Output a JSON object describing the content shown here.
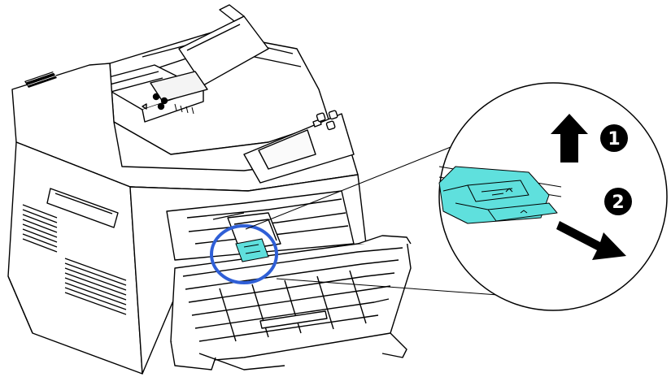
{
  "steps": [
    {
      "number": "1",
      "direction": "up"
    },
    {
      "number": "2",
      "direction": "down-right"
    }
  ],
  "colors": {
    "highlight_circle": "#2f5fd6",
    "lever": "#5fe0dd",
    "line_art": "#000000",
    "badge": "#000000"
  },
  "icons": [
    "arrow-up-icon",
    "arrow-down-right-icon",
    "step-1-badge-icon",
    "step-2-badge-icon"
  ]
}
